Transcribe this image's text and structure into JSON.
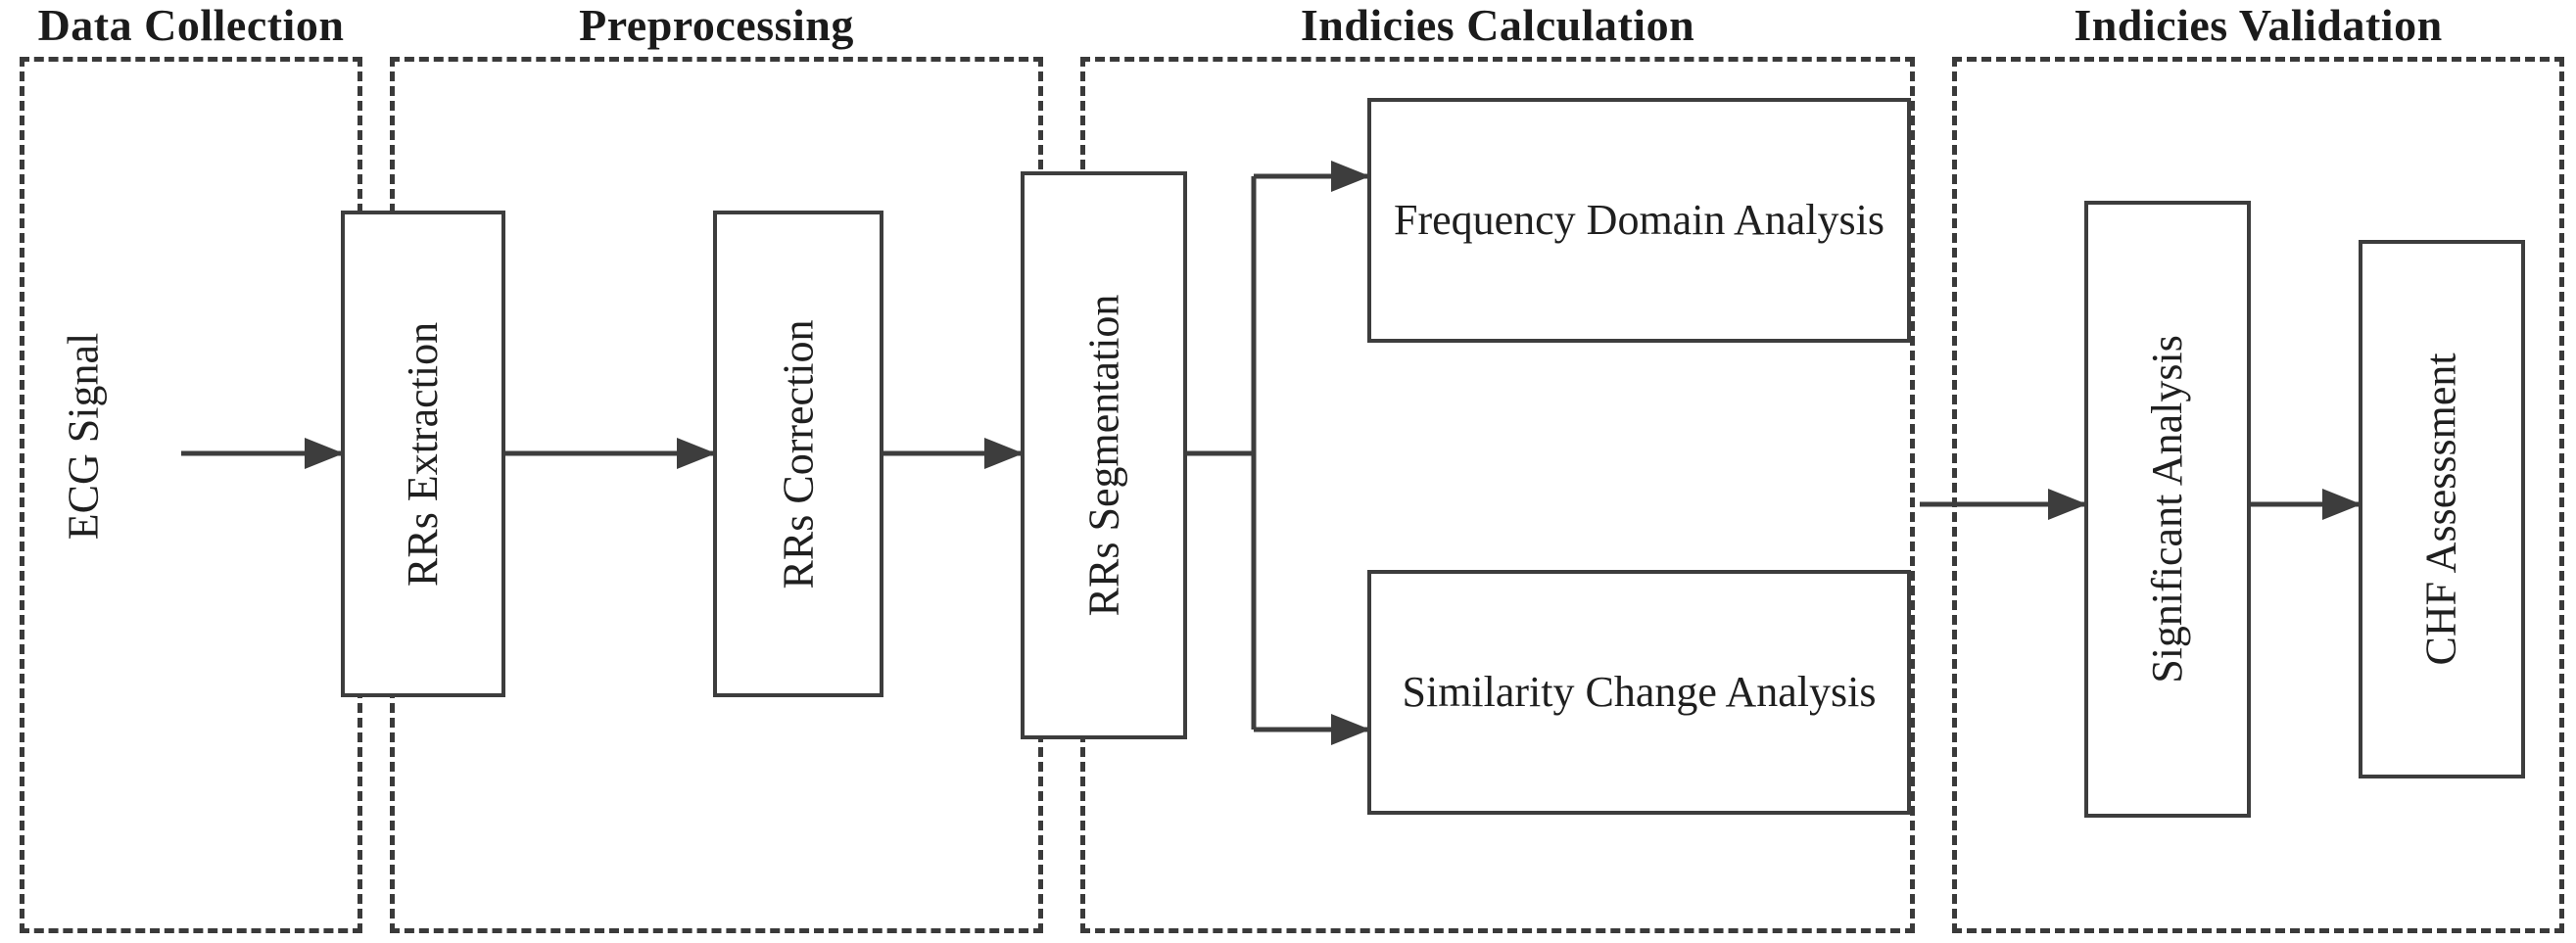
{
  "diagram": {
    "title_bar": {
      "stages": [
        {
          "label": "Data Collection"
        },
        {
          "label": "Preprocessing"
        },
        {
          "label": "Indicies Calculation"
        },
        {
          "label": "Indicies Validation"
        }
      ]
    },
    "nodes": {
      "ecg_signal": "ECG Signal",
      "rrs_extraction": "RRs Extraction",
      "rrs_correction": "RRs Correction",
      "rrs_segmentation": "RRs Segmentation",
      "frequency_domain_analysis": "Frequency Domain Analysis",
      "similarity_change_analysis": "Similarity Change Analysis",
      "significant_analysis": "Significant Analysis",
      "chf_assessment": "CHF Assesssment"
    },
    "colors": {
      "stroke": "#3d3d3d",
      "dashed_stroke": "#3a3a3a",
      "text": "#1f1f1f",
      "background": "#ffffff"
    }
  }
}
